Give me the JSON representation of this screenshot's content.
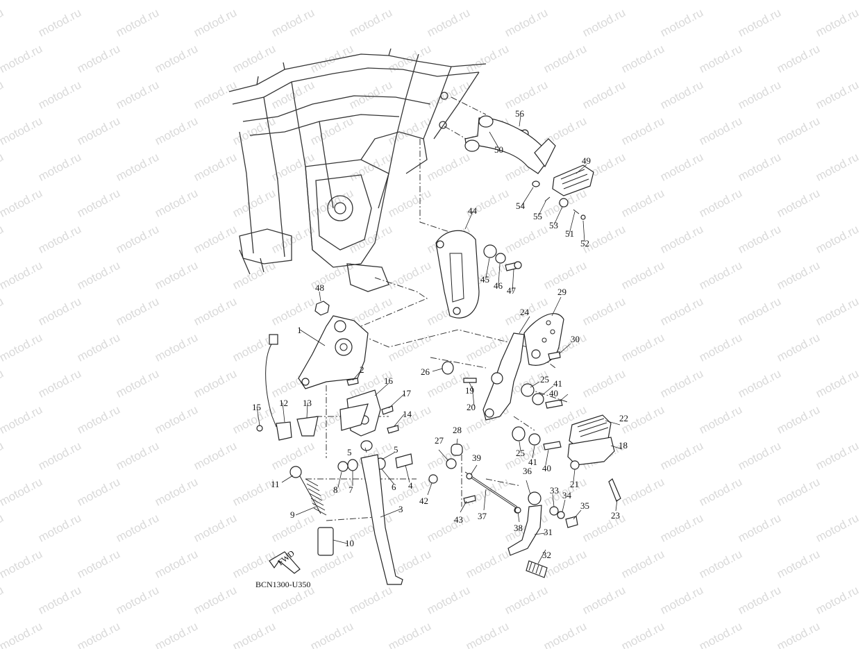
{
  "watermark_text": "motod.ru",
  "diagram_code": "BCN1300-U350",
  "fwd_label": "FWD",
  "callouts": [
    "1",
    "2",
    "3",
    "4",
    "5",
    "5",
    "6",
    "7",
    "8",
    "9",
    "10",
    "11",
    "12",
    "13",
    "14",
    "15",
    "16",
    "17",
    "18",
    "19",
    "20",
    "21",
    "22",
    "23",
    "24",
    "25",
    "25",
    "26",
    "27",
    "28",
    "29",
    "30",
    "31",
    "32",
    "33",
    "34",
    "35",
    "36",
    "37",
    "38",
    "39",
    "40",
    "40",
    "41",
    "41",
    "42",
    "43",
    "44",
    "45",
    "46",
    "47",
    "48",
    "49",
    "50",
    "51",
    "52",
    "53",
    "54",
    "55",
    "56"
  ]
}
